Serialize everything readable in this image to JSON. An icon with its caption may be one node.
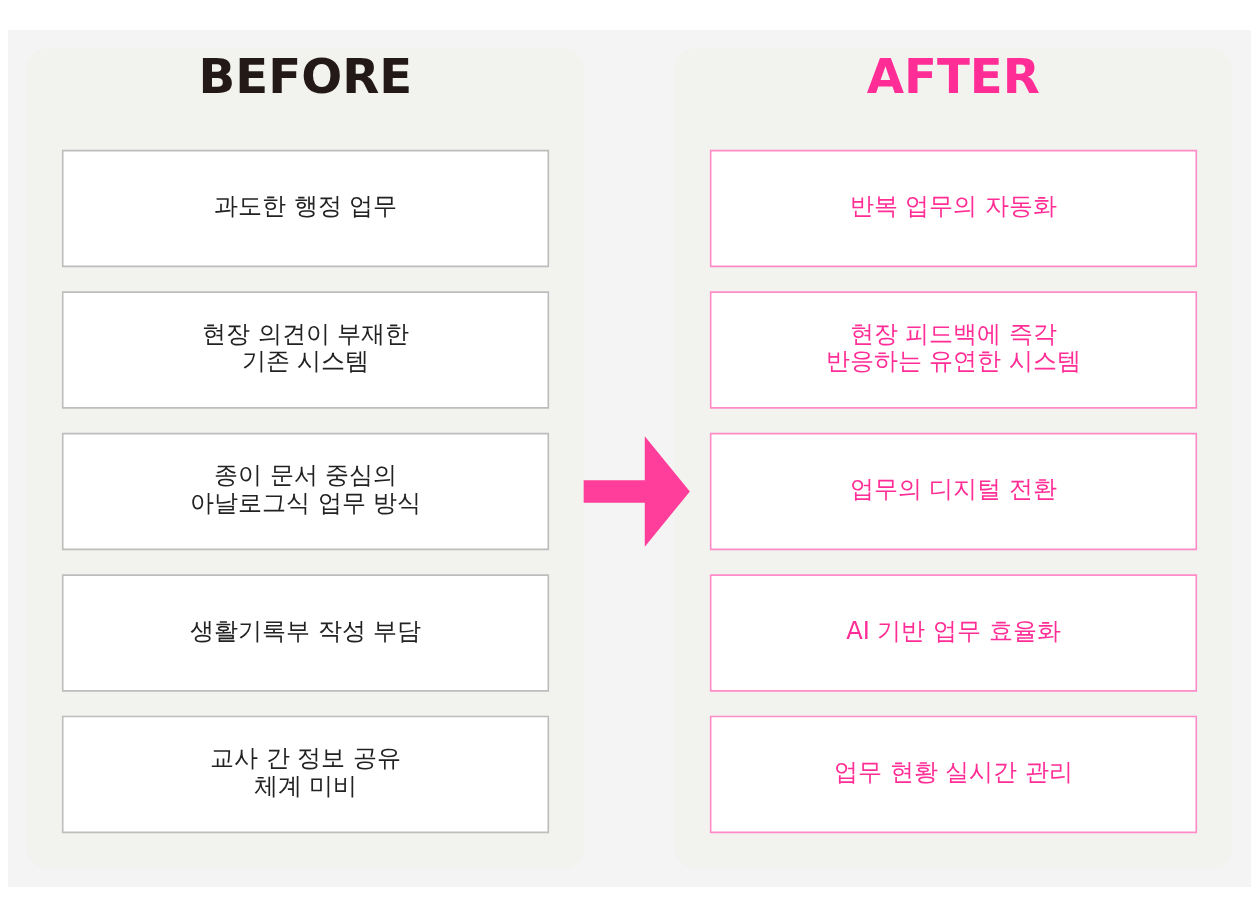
{
  "diagram": {
    "nodes": [
      {
        "text": [
          "BEFORE"
        ]
      },
      {
        "text": [
          "과도한 행정 업무"
        ],
        "in": 0
      },
      {
        "text": [
          "현장 의견이 부재한 기존 시스템"
        ],
        "in": 0
      },
      {
        "text": [
          "종이 문서 중심의 아날로그식 업무 방식"
        ],
        "in": 0
      },
      {
        "text": [
          "생활기록부 작성 부담"
        ],
        "in": 0
      },
      {
        "text": [
          "교사 간 정보 공유 체계 미비"
        ],
        "in": 0
      },
      {
        "text": [
          "AFTER"
        ]
      },
      {
        "text": [
          "반복 업무의 자동화"
        ],
        "in": 6
      },
      {
        "text": [
          "현장 피드백에 즉각 반응하는 유연한 시스템"
        ],
        "in": 6
      },
      {
        "text": [
          "업무의 디지털 전환"
        ],
        "in": 6
      },
      {
        "text": [
          "AI 기반 업무 효율화"
        ],
        "in": 6
      },
      {
        "text": [
          "업무 현황 실시간 관리"
        ],
        "in": 6
      }
    ],
    "edges": [
      {
        "from": 0,
        "to": 6,
        "arrow": "to",
        "color": "#ff3d9a"
      }
    ]
  }
}
